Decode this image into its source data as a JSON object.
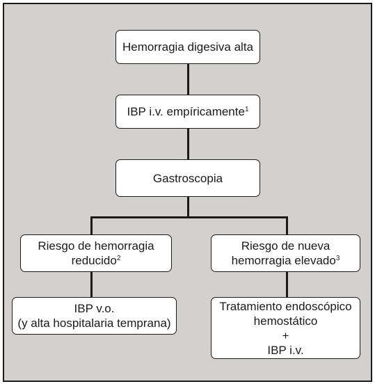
{
  "flowchart": {
    "box1": {
      "line1": "Hemorragia digesiva alta"
    },
    "box2": {
      "line1": "IBP i.v. empíricamente",
      "sup": "1"
    },
    "box3": {
      "line1": "Gastroscopia"
    },
    "left_branch": {
      "risk": {
        "line1": "Riesgo de hemorragia",
        "line2": "reducido",
        "sup": "2"
      },
      "treatment": {
        "line1": "IBP v.o.",
        "line2": "(y alta hospitalaria temprana)"
      }
    },
    "right_branch": {
      "risk": {
        "line1": "Riesgo de nueva",
        "line2": "hemorragia elevado",
        "sup": "3"
      },
      "treatment": {
        "line1": "Tratamiento endoscópico",
        "line2": "hemostático",
        "line3": "+",
        "line4": "IBP i.v."
      }
    }
  },
  "colors": {
    "background": "#d3d1cf",
    "box_fill": "#ffffff",
    "line": "#1a1a1a"
  }
}
